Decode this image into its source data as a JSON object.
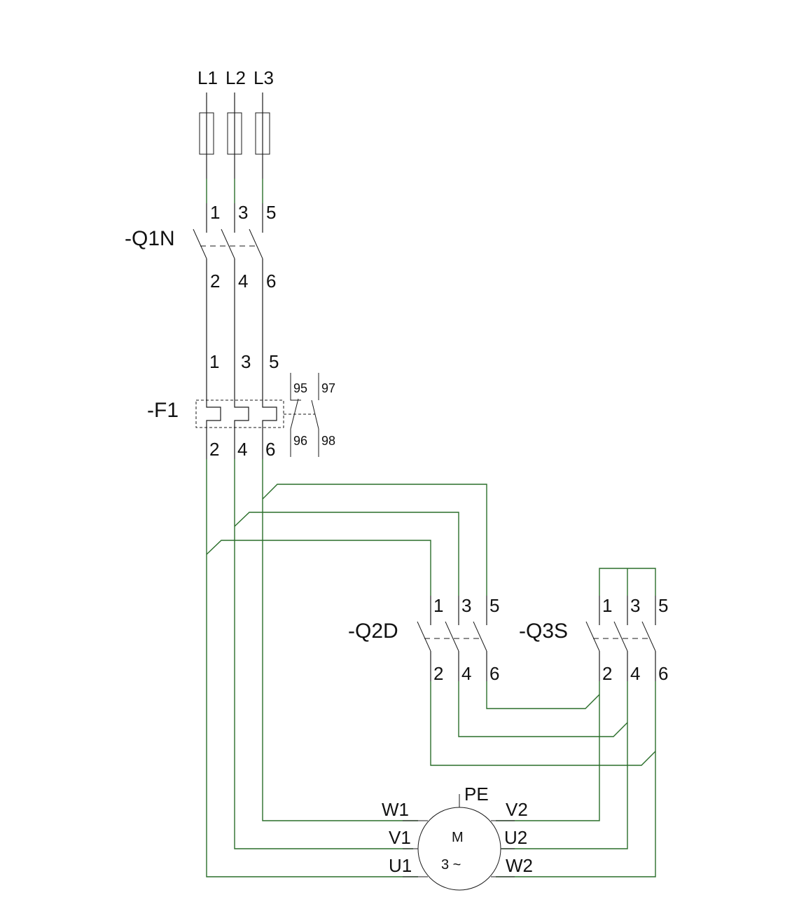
{
  "diagram": {
    "type": "star-delta motor starter power circuit",
    "supply": {
      "phases": [
        "L1",
        "L2",
        "L3"
      ]
    },
    "fuses": [
      {
        "phase": "L1"
      },
      {
        "phase": "L2"
      },
      {
        "phase": "L3"
      }
    ],
    "main_contactor": {
      "label": "-Q1N",
      "top_terminals": [
        "1",
        "3",
        "5"
      ],
      "bottom_terminals": [
        "2",
        "4",
        "6"
      ]
    },
    "overload_relay": {
      "label": "-F1",
      "top_terminals": [
        "1",
        "3",
        "5"
      ],
      "bottom_terminals": [
        "2",
        "4",
        "6"
      ],
      "aux_contacts": {
        "nc_top": "95",
        "nc_bottom": "96",
        "no_top": "97",
        "no_bottom": "98"
      }
    },
    "delta_contactor": {
      "label": "-Q2D",
      "top_terminals": [
        "1",
        "3",
        "5"
      ],
      "bottom_terminals": [
        "2",
        "4",
        "6"
      ]
    },
    "star_contactor": {
      "label": "-Q3S",
      "top_terminals": [
        "1",
        "3",
        "5"
      ],
      "bottom_terminals": [
        "2",
        "4",
        "6"
      ]
    },
    "motor": {
      "symbol_line1": "M",
      "symbol_line2": "3 ~",
      "earth": "PE",
      "left_terminals": [
        "W1",
        "V1",
        "U1"
      ],
      "right_terminals": [
        "V2",
        "U2",
        "W2"
      ]
    },
    "colors": {
      "wire_black": "#1a1a1a",
      "wire_green": "#2a6e2a"
    }
  }
}
